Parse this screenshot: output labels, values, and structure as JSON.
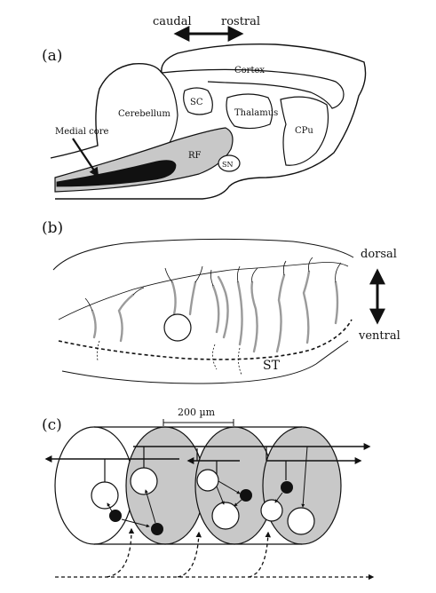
{
  "panel_a": {
    "label": "(a)",
    "orientation": {
      "left": "caudal",
      "right": "rostral"
    },
    "regions": {
      "cortex": "Cortex",
      "sc": "SC",
      "thalamus": "Thalamus",
      "cerebellum": "Cerebellum",
      "cpu": "CPu",
      "rf": "RF",
      "sn": "SN"
    },
    "pointer_label": "Medial core",
    "colors": {
      "rf_fill": "#c8c8c8",
      "core_fill": "#111111"
    }
  },
  "panel_b": {
    "label": "(b)",
    "axis": {
      "top": "dorsal",
      "bottom": "ventral"
    },
    "tract_label": "ST",
    "dendrite_color": "#9a9a9a"
  },
  "panel_c": {
    "label": "(c)",
    "scale_bar": "200 µm",
    "module_count": 4,
    "shaded_fill": "#c8c8c8"
  }
}
